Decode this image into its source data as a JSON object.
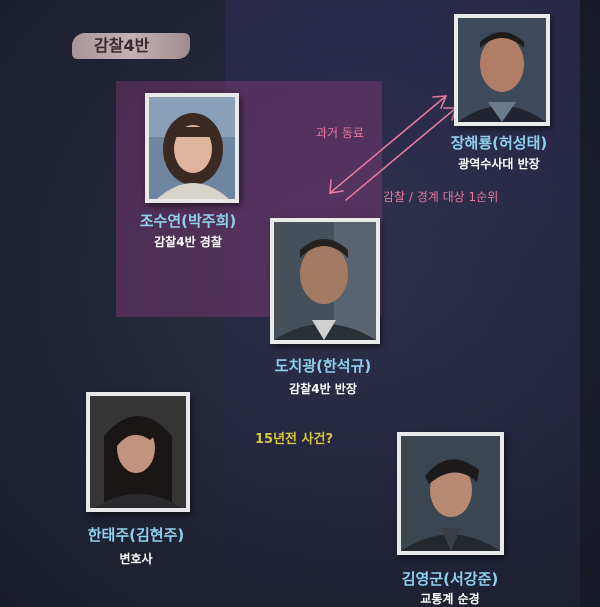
{
  "group_label": "감찰4반",
  "characters": [
    {
      "id": "jo",
      "name": "조수연(박주희)",
      "role": "감찰4반 경찰"
    },
    {
      "id": "jang",
      "name": "장해룡(허성태)",
      "role": "광역수사대 반장"
    },
    {
      "id": "do",
      "name": "도치광(한석규)",
      "role": "감찰4반 반장"
    },
    {
      "id": "han",
      "name": "한태주(김현주)",
      "role": "변호사"
    },
    {
      "id": "kim",
      "name": "김영군(서강준)",
      "role": "교통계 순경"
    }
  ],
  "relations": {
    "past_colleague": "과거 동료",
    "inspection_target": "감찰 / 경계 대상 1순위",
    "event": "15년전 사건?"
  },
  "colors": {
    "name": "#8fd0ee",
    "role": "#ffffff",
    "relation": "#e6789e",
    "event": "#d7c63e",
    "highlight": "#963c82"
  }
}
